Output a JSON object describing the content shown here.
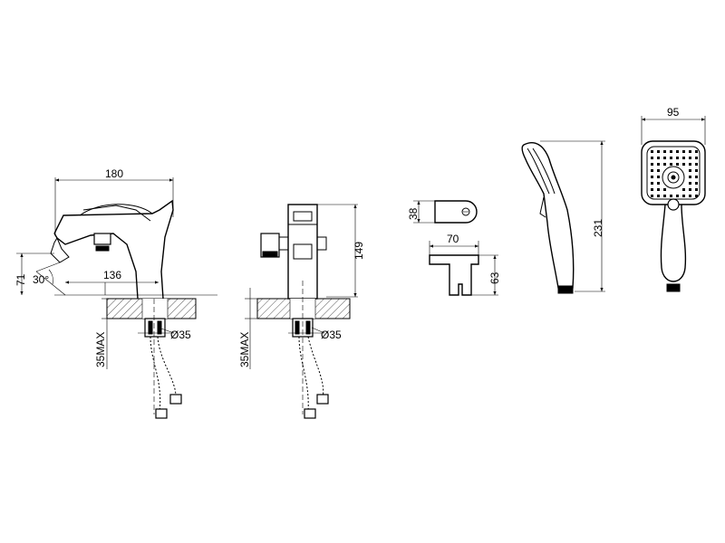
{
  "dimensions": {
    "faucet_width": "180",
    "spout_reach": "136",
    "spout_height": "71",
    "spout_angle": "30°",
    "hole_diameter_side": "Ø35",
    "max_thickness_side": "35MAX",
    "faucet_height": "149",
    "hole_diameter_front": "Ø35",
    "max_thickness_front": "35MAX",
    "holder_height": "38",
    "bracket_width": "70",
    "bracket_height": "63",
    "shower_length": "231",
    "shower_head_width": "95"
  },
  "colors": {
    "line": "#000000",
    "hatch": "#555555",
    "background": "#ffffff"
  }
}
